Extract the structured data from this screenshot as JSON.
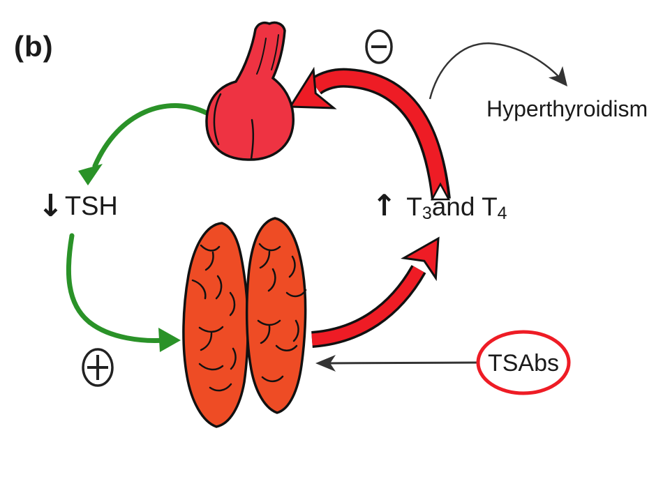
{
  "panel_label": "(b)",
  "labels": {
    "tsh": {
      "arrow": "↓",
      "text": "TSH"
    },
    "t3t4": {
      "arrow": "↑",
      "t_base": "T",
      "t3_sub": "3",
      "middle": " and T",
      "t4_sub": "4"
    },
    "hyperthyroidism": "Hyperthyroidism",
    "tsabs": "TSAbs"
  },
  "icons": {
    "pituitary": "pituitary-gland-icon",
    "thyroid": "thyroid-gland-icon",
    "negative_sign": "minus-circle-icon",
    "positive_sign": "plus-circle-icon"
  },
  "colors": {
    "background": "#ffffff",
    "red_arrow": "#ee1c25",
    "pituitary_fill": "#ee3342",
    "thyroid_fill": "#ee4c25",
    "green_arrow": "#2a9228",
    "outline": "#111111",
    "thin_arrow": "#333333",
    "tsabs_ring": "#ee1c25",
    "text": "#1a1a1a"
  }
}
